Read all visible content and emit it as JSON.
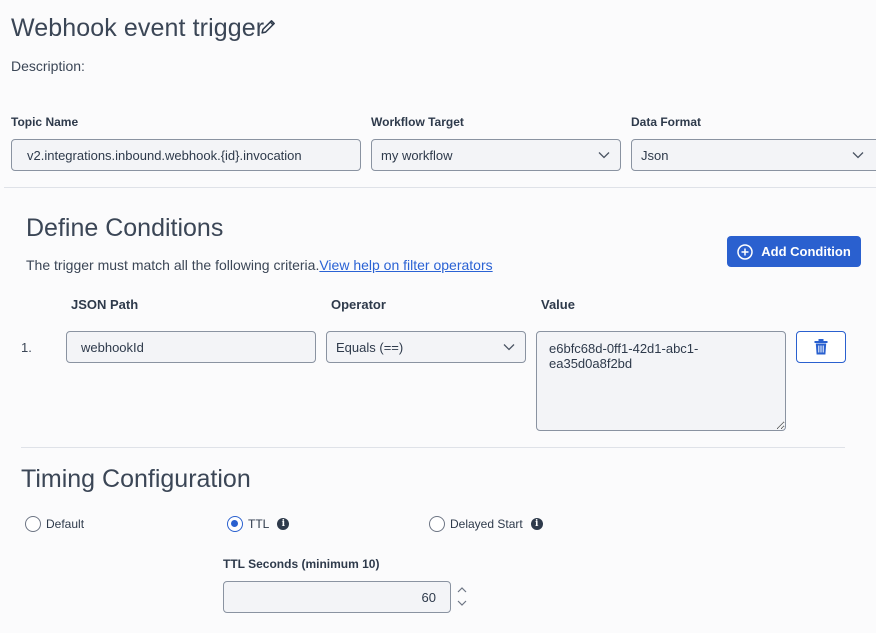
{
  "header": {
    "title": "Webhook event trigger",
    "edit_icon": "pencil-icon",
    "description_label": "Description:"
  },
  "topic": {
    "label": "Topic Name",
    "value": "v2.integrations.inbound.webhook.{id}.invocation"
  },
  "workflow_target": {
    "label": "Workflow Target",
    "value": "my workflow"
  },
  "data_format": {
    "label": "Data Format",
    "value": "Json"
  },
  "conditions": {
    "title": "Define Conditions",
    "criteria_text": "The trigger must match all the following criteria.",
    "help_link": "View help on filter operators",
    "add_button": "Add Condition",
    "columns": {
      "json_path": "JSON Path",
      "operator": "Operator",
      "value": "Value"
    },
    "rows": [
      {
        "index": "1.",
        "json_path": "webhookId",
        "operator": "Equals (==)",
        "value": "e6bfc68d-0ff1-42d1-abc1-ea35d0a8f2bd"
      }
    ]
  },
  "timing": {
    "title": "Timing Configuration",
    "options": [
      {
        "label": "Default",
        "selected": false
      },
      {
        "label": "TTL",
        "selected": true
      },
      {
        "label": "Delayed Start",
        "selected": false
      }
    ],
    "ttl_label": "TTL Seconds (minimum 10)",
    "ttl_value": "60"
  },
  "colors": {
    "accent": "#2a60cf",
    "text": "#2e3a4b",
    "field_bg": "#f3f4f7",
    "field_border": "#8a93a1"
  }
}
